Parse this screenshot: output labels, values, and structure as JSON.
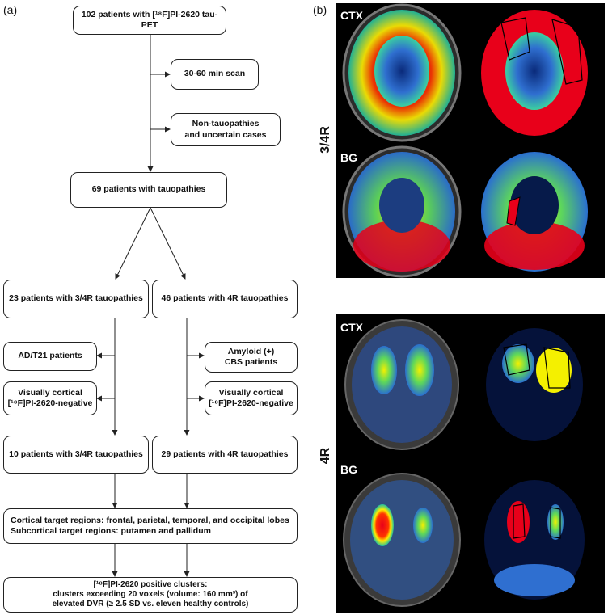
{
  "panel_a_label": "(a)",
  "panel_b_label": "(b)",
  "flow": {
    "start": "102 patients with [¹⁸F]PI-2620 tau-PET",
    "excl1": "30-60 min scan",
    "excl2_l1": "Non-tauopathies",
    "excl2_l2": "and uncertain cases",
    "tauo": "69 patients with tauopathies",
    "left_group": "23 patients with 3/4R tauopathies",
    "right_group": "46 patients with 4R tauopathies",
    "ad": "AD/T21 patients",
    "amyloid_l1": "Amyloid (+)",
    "amyloid_l2": "CBS patients",
    "vis_left_l1": "Visually cortical",
    "vis_left_l2": "[¹⁸F]PI-2620-negative",
    "vis_right_l1": "Visually cortical",
    "vis_right_l2": "[¹⁸F]PI-2620-negative",
    "left_final": "10 patients with 3/4R tauopathies",
    "right_final": "29 patients with 4R tauopathies",
    "regions_l1": "Cortical target regions: frontal, parietal, temporal, and occipital lobes",
    "regions_l2": "Subcortical target regions: putamen and pallidum",
    "clusters_l1": "[¹⁸F]PI-2620 positive clusters:",
    "clusters_l2": "clusters exceeding 20 voxels (volume: 160 mm³) of",
    "clusters_l3": "elevated DVR (≥ 2.5 SD vs. eleven healthy controls)"
  },
  "images": {
    "top_group": "3/4R",
    "bottom_group": "4R",
    "top_row1": "CTX",
    "top_row2": "BG",
    "bottom_row1": "CTX",
    "bottom_row2": "BG"
  }
}
